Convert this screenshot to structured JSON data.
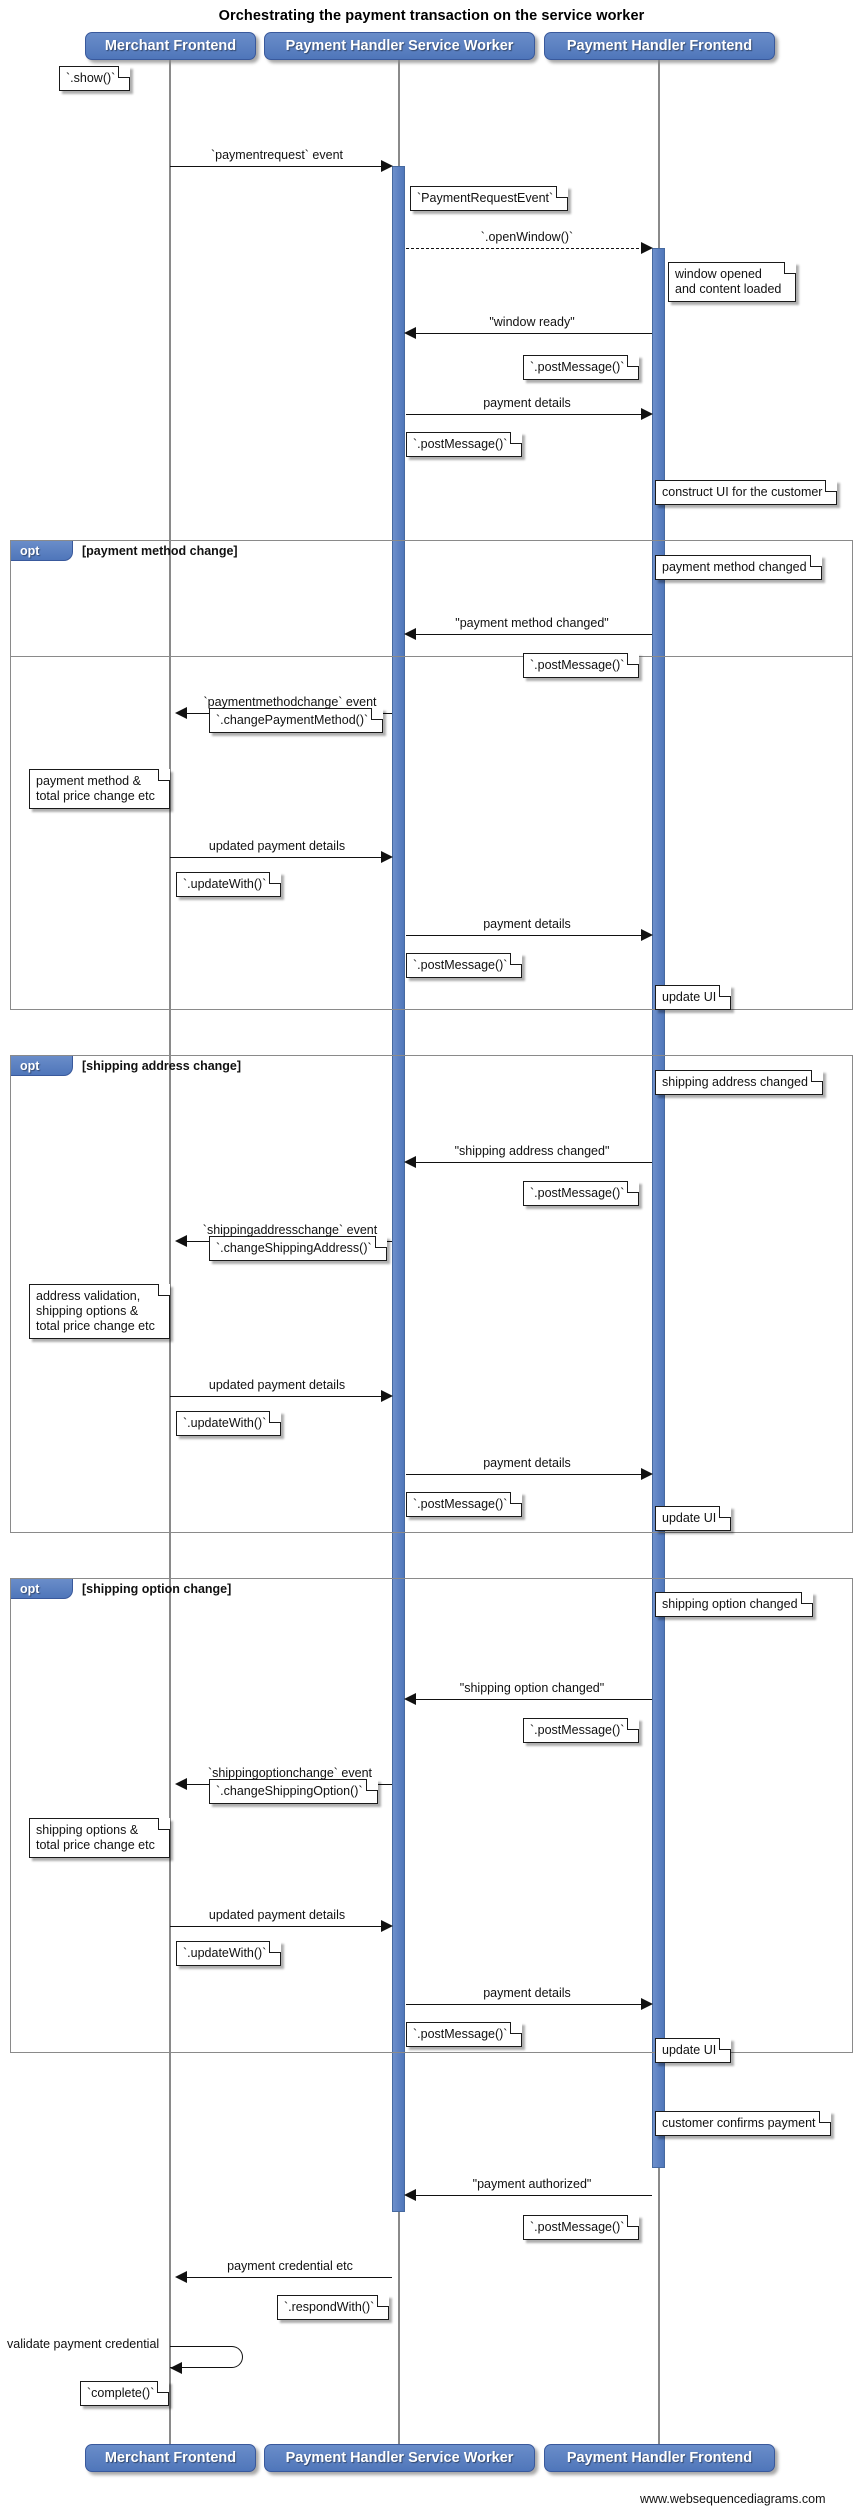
{
  "title": "Orchestrating the payment transaction on the service worker",
  "watermark": "www.websequencediagrams.com",
  "actors": [
    {
      "id": "merchant",
      "label": "Merchant Frontend"
    },
    {
      "id": "sw",
      "label": "Payment Handler Service Worker"
    },
    {
      "id": "phf",
      "label": "Payment Handler Frontend"
    }
  ],
  "colors": {
    "actor_fill": "#5b81c1",
    "actor_border": "#39599c",
    "activation_fill": "#5b81c1",
    "lifeline": "#8a8a8a",
    "fragment_border": "#8a8a8a",
    "note_bg": "#ffffff",
    "note_border": "#1a1a1a",
    "text": "#111111"
  },
  "fragments": [
    {
      "keyword": "opt",
      "condition": "[payment method change]"
    },
    {
      "keyword": "opt",
      "condition": "[shipping address change]"
    },
    {
      "keyword": "opt",
      "condition": "[shipping option change]"
    }
  ],
  "messages": [
    {
      "label": "`paymentrequest` event",
      "from": "merchant",
      "to": "sw",
      "style": "solid"
    },
    {
      "label": "`.openWindow()`",
      "from": "sw",
      "to": "phf",
      "style": "dashed"
    },
    {
      "label": "\"window ready\"",
      "from": "phf",
      "to": "sw",
      "style": "solid"
    },
    {
      "label": "payment details",
      "from": "sw",
      "to": "phf",
      "style": "solid"
    },
    {
      "label": "\"payment method changed\"",
      "from": "phf",
      "to": "sw",
      "style": "solid"
    },
    {
      "label": "`paymentmethodchange` event",
      "from": "sw",
      "to": "merchant",
      "style": "solid"
    },
    {
      "label": "updated payment details",
      "from": "merchant",
      "to": "sw",
      "style": "solid"
    },
    {
      "label": "payment details",
      "from": "sw",
      "to": "phf",
      "style": "solid"
    },
    {
      "label": "\"shipping address changed\"",
      "from": "phf",
      "to": "sw",
      "style": "solid"
    },
    {
      "label": "`shippingaddresschange` event",
      "from": "sw",
      "to": "merchant",
      "style": "solid"
    },
    {
      "label": "updated payment details",
      "from": "merchant",
      "to": "sw",
      "style": "solid"
    },
    {
      "label": "payment details",
      "from": "sw",
      "to": "phf",
      "style": "solid"
    },
    {
      "label": "\"shipping option changed\"",
      "from": "phf",
      "to": "sw",
      "style": "solid"
    },
    {
      "label": "`shippingoptionchange` event",
      "from": "sw",
      "to": "merchant",
      "style": "solid"
    },
    {
      "label": "updated payment details",
      "from": "merchant",
      "to": "sw",
      "style": "solid"
    },
    {
      "label": "payment details",
      "from": "sw",
      "to": "phf",
      "style": "solid"
    },
    {
      "label": "\"payment authorized\"",
      "from": "phf",
      "to": "sw",
      "style": "solid"
    },
    {
      "label": "payment credential etc",
      "from": "sw",
      "to": "merchant",
      "style": "solid"
    },
    {
      "label": "validate payment credential",
      "from": "merchant",
      "to": "merchant",
      "style": "self"
    }
  ],
  "notes": [
    {
      "id": "n01",
      "text": "`.show()`"
    },
    {
      "id": "n02",
      "text": "`PaymentRequestEvent`"
    },
    {
      "id": "n03",
      "text": "window opened\nand content loaded"
    },
    {
      "id": "n04",
      "text": "`.postMessage()`"
    },
    {
      "id": "n05",
      "text": "`.postMessage()`"
    },
    {
      "id": "n06",
      "text": "construct UI for the customer"
    },
    {
      "id": "n07",
      "text": "payment method changed"
    },
    {
      "id": "n08",
      "text": "`.postMessage()`"
    },
    {
      "id": "n09",
      "text": "`.changePaymentMethod()`"
    },
    {
      "id": "n10",
      "text": "payment method &\ntotal price change etc"
    },
    {
      "id": "n11",
      "text": "`.updateWith()`"
    },
    {
      "id": "n12",
      "text": "`.postMessage()`"
    },
    {
      "id": "n13",
      "text": "update UI"
    },
    {
      "id": "n14",
      "text": "shipping address changed"
    },
    {
      "id": "n15",
      "text": "`.postMessage()`"
    },
    {
      "id": "n16",
      "text": "`.changeShippingAddress()`"
    },
    {
      "id": "n17",
      "text": "address validation,\nshipping options &\ntotal price change etc"
    },
    {
      "id": "n18",
      "text": "`.updateWith()`"
    },
    {
      "id": "n19",
      "text": "`.postMessage()`"
    },
    {
      "id": "n20",
      "text": "update UI"
    },
    {
      "id": "n21",
      "text": "shipping option changed"
    },
    {
      "id": "n22",
      "text": "`.postMessage()`"
    },
    {
      "id": "n23",
      "text": "`.changeShippingOption()`"
    },
    {
      "id": "n24",
      "text": "shipping options &\ntotal price change etc"
    },
    {
      "id": "n25",
      "text": "`.updateWith()`"
    },
    {
      "id": "n26",
      "text": "`.postMessage()`"
    },
    {
      "id": "n27",
      "text": "update UI"
    },
    {
      "id": "n28",
      "text": "customer confirms payment"
    },
    {
      "id": "n29",
      "text": "`.postMessage()`"
    },
    {
      "id": "n30",
      "text": "`.respondWith()`"
    },
    {
      "id": "n31",
      "text": "`complete()`"
    }
  ]
}
